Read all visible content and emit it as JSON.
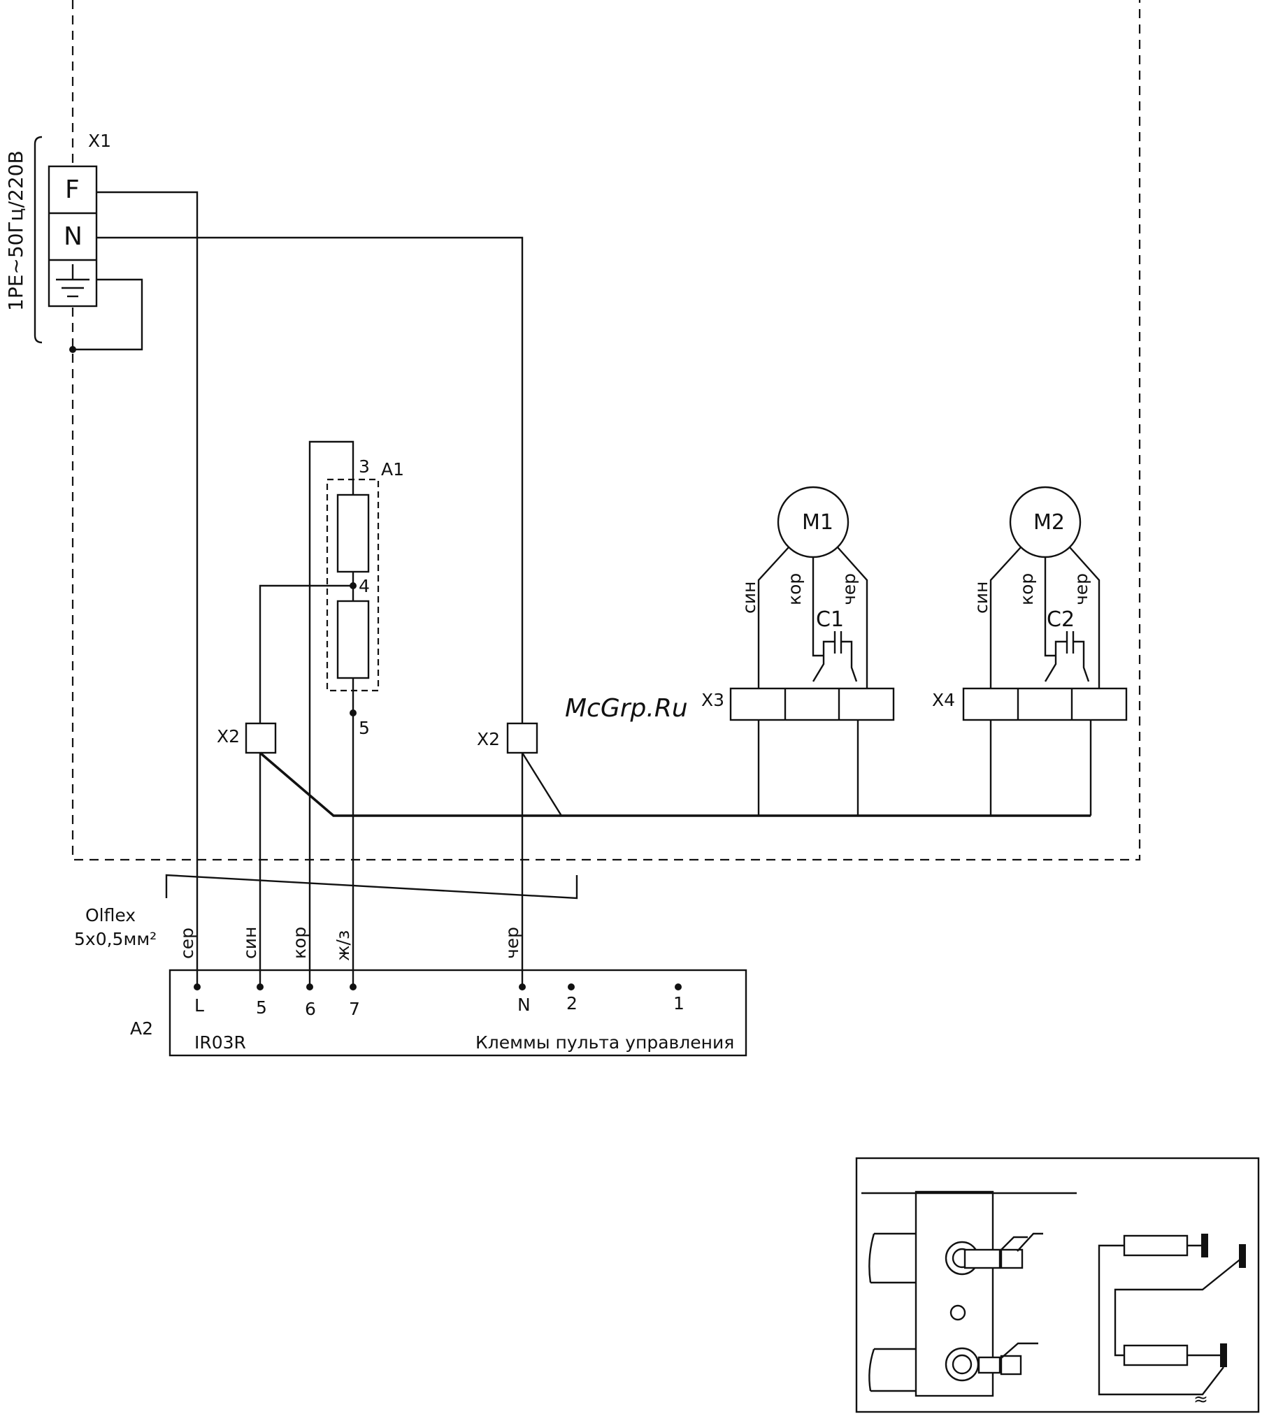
{
  "supply_label": "1PE~50Гц/220В",
  "x1": {
    "name": "X1",
    "f": "F",
    "n": "N"
  },
  "a1": {
    "name": "A1",
    "pin3": "3",
    "pin4": "4",
    "pin5": "5"
  },
  "x2_left": "X2",
  "x2_right": "X2",
  "m1": {
    "name": "M1",
    "c": "C1",
    "wire_blue": "син",
    "wire_brown": "кор",
    "wire_black": "чер",
    "block": "X3"
  },
  "m2": {
    "name": "M2",
    "c": "C2",
    "wire_blue": "син",
    "wire_brown": "кор",
    "wire_black": "чер",
    "block": "X4"
  },
  "watermark": "McGrp.Ru",
  "cable": {
    "line1": "Olflex",
    "line2": "5x0,5мм²"
  },
  "wire_colors": {
    "ser": "сер",
    "sin": "син",
    "kor": "кор",
    "zh": "ж/з",
    "cher": "чер"
  },
  "a2": {
    "name": "A2",
    "model": "IR03R",
    "caption": "Клеммы пульта управления",
    "terminals": [
      "L",
      "5",
      "6",
      "7",
      "N",
      "2",
      "1"
    ]
  },
  "inset_mark": "≈",
  "colors": {
    "watermark": "#c0392b",
    "line": "#111111"
  }
}
